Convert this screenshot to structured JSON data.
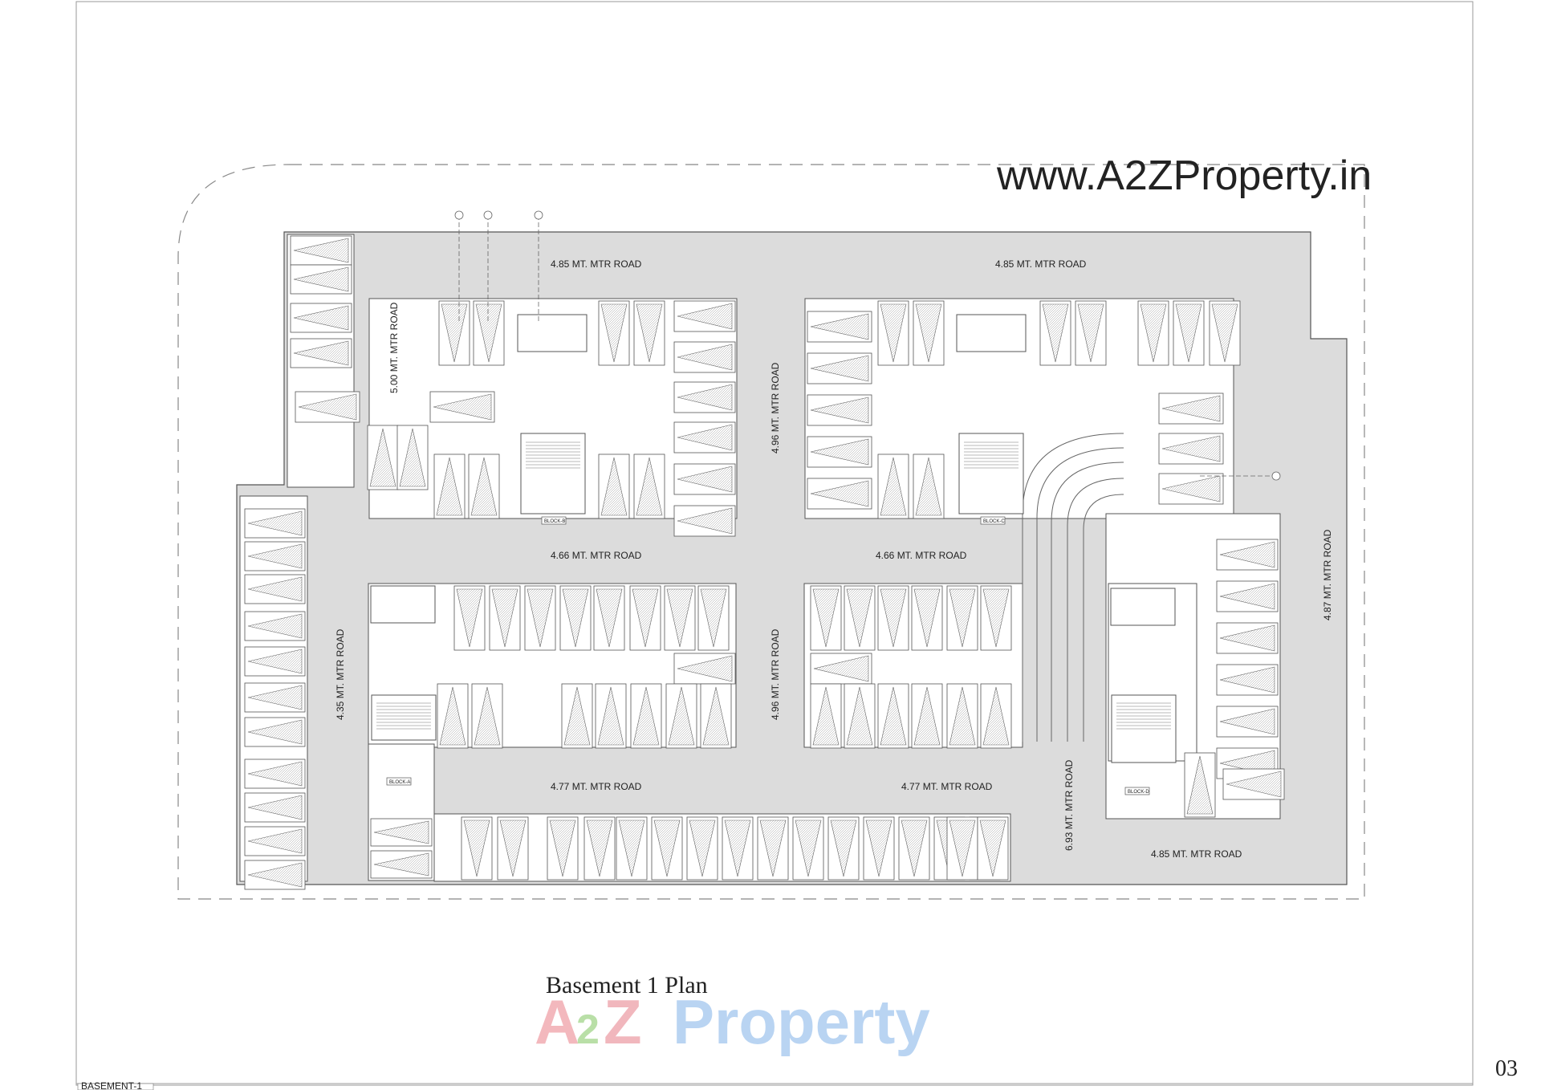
{
  "watermark_url": "www.A2ZProperty.in",
  "plan_title": "Basement 1 Plan",
  "logo_text": {
    "a": "A",
    "two": "2",
    "z": "Z",
    "property": "Property"
  },
  "page_number": "03",
  "footer_label": "BASEMENT-1",
  "road_labels": {
    "top_left": "4.85 MT. MTR ROAD",
    "top_right": "4.85 MT. MTR ROAD",
    "left_vertical": "5.00 MT. MTR ROAD",
    "middle_vertical_upper": "4.96 MT. MTR ROAD",
    "middle_left": "4.66 MT. MTR ROAD",
    "middle_right": "4.66 MT. MTR ROAD",
    "right_vertical": "4.87 MT. MTR ROAD",
    "far_left_vertical": "4.35 MT. MTR ROAD",
    "middle_vertical_lower": "4.96 MT. MTR ROAD",
    "bottom_left": "4.77 MT. MTR ROAD",
    "bottom_middle": "4.77 MT. MTR ROAD",
    "ramp_vertical": "6.93 MT. MTR ROAD",
    "bottom_right": "4.85 MT. MTR ROAD"
  },
  "block_tags": {
    "a": "BLOCK-A",
    "b": "BLOCK-B",
    "c": "BLOCK-C",
    "d": "BLOCK-D"
  },
  "colors": {
    "road": "#dcdcdc",
    "line": "#555555",
    "watermark": "#e2e2e2",
    "logo_a": "#f3b8bd",
    "logo_2": "#b9dfa7",
    "logo_z": "#f1b7bd",
    "logo_property": "#b9d4f2"
  }
}
